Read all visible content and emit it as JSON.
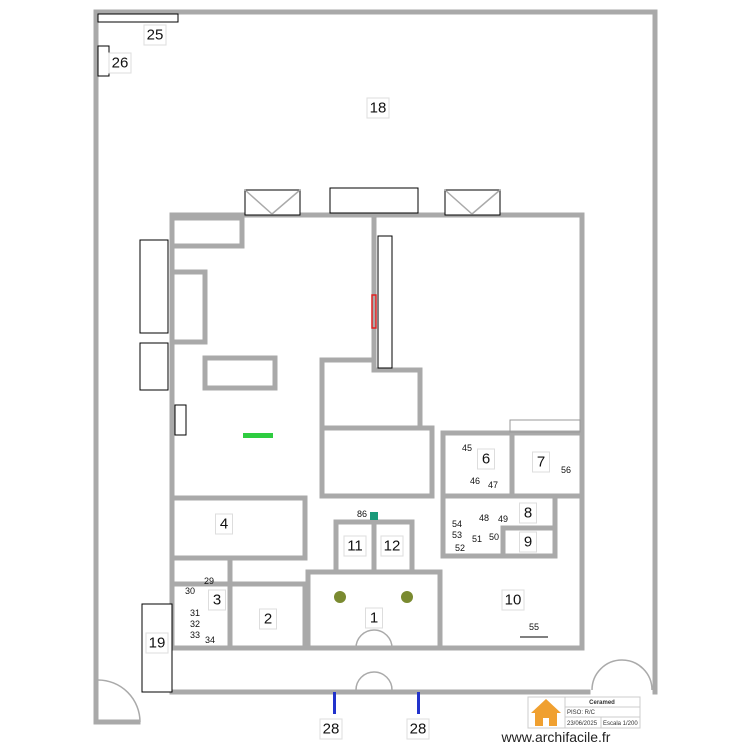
{
  "plan": {
    "rooms": [
      {
        "id": "18",
        "label": "18"
      },
      {
        "id": "25",
        "label": "25"
      },
      {
        "id": "26",
        "label": "26"
      },
      {
        "id": "1",
        "label": "1"
      },
      {
        "id": "2",
        "label": "2"
      },
      {
        "id": "3",
        "label": "3"
      },
      {
        "id": "4",
        "label": "4"
      },
      {
        "id": "6",
        "label": "6"
      },
      {
        "id": "7",
        "label": "7"
      },
      {
        "id": "8",
        "label": "8"
      },
      {
        "id": "9",
        "label": "9"
      },
      {
        "id": "10",
        "label": "10"
      },
      {
        "id": "11",
        "label": "11"
      },
      {
        "id": "12",
        "label": "12"
      },
      {
        "id": "19",
        "label": "19"
      },
      {
        "id": "28a",
        "label": "28"
      },
      {
        "id": "28b",
        "label": "28"
      }
    ],
    "items": [
      "29",
      "30",
      "31",
      "32",
      "33",
      "34",
      "45",
      "46",
      "47",
      "48",
      "49",
      "50",
      "51",
      "52",
      "53",
      "54",
      "55",
      "56",
      "86"
    ]
  },
  "title_block": {
    "project": "Ceramed",
    "floor": "PISO: R/C",
    "date": "23/06/2025",
    "scale": "Escala 1/200",
    "logo": "house-icon",
    "logo_color": "#f0a030"
  },
  "watermark": "www.archifacile.fr"
}
